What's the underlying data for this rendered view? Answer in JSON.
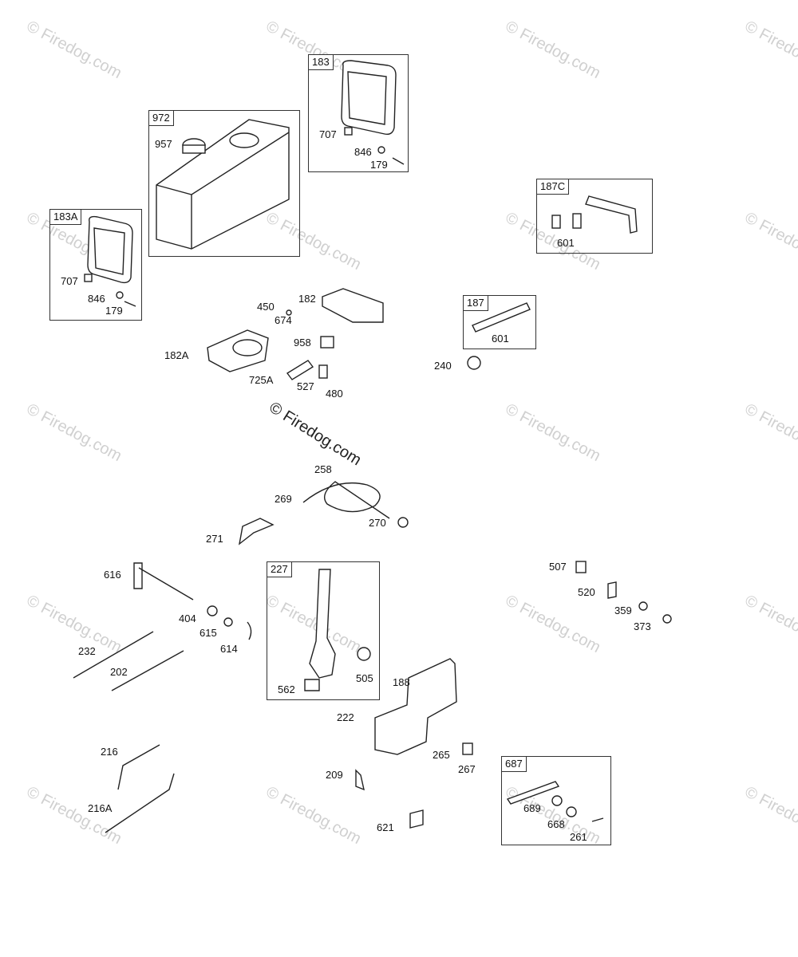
{
  "watermark": "© Firedog.com",
  "callouts": {
    "b972": "972",
    "p957": "957",
    "b183": "183",
    "p707a": "707",
    "p846a": "846",
    "p179a": "179",
    "b187c": "187C",
    "p601a": "601",
    "b183a": "183A",
    "p707b": "707",
    "p846b": "846",
    "p179b": "179",
    "p450": "450",
    "p182": "182",
    "p674": "674",
    "p958": "958",
    "p182a": "182A",
    "p725a": "725A",
    "p527": "527",
    "p480": "480",
    "b187": "187",
    "p601b": "601",
    "p240": "240",
    "p258": "258",
    "p269": "269",
    "p270": "270",
    "p271": "271",
    "p616": "616",
    "p404": "404",
    "p615": "615",
    "p614": "614",
    "p232": "232",
    "p202": "202",
    "b227": "227",
    "p562": "562",
    "p505": "505",
    "p507": "507",
    "p520": "520",
    "p359": "359",
    "p373": "373",
    "p188": "188",
    "p222": "222",
    "p265": "265",
    "p267": "267",
    "p209": "209",
    "p216": "216",
    "p216a": "216A",
    "p621": "621",
    "b687": "687",
    "p689": "689",
    "p668": "668",
    "p261": "261"
  }
}
